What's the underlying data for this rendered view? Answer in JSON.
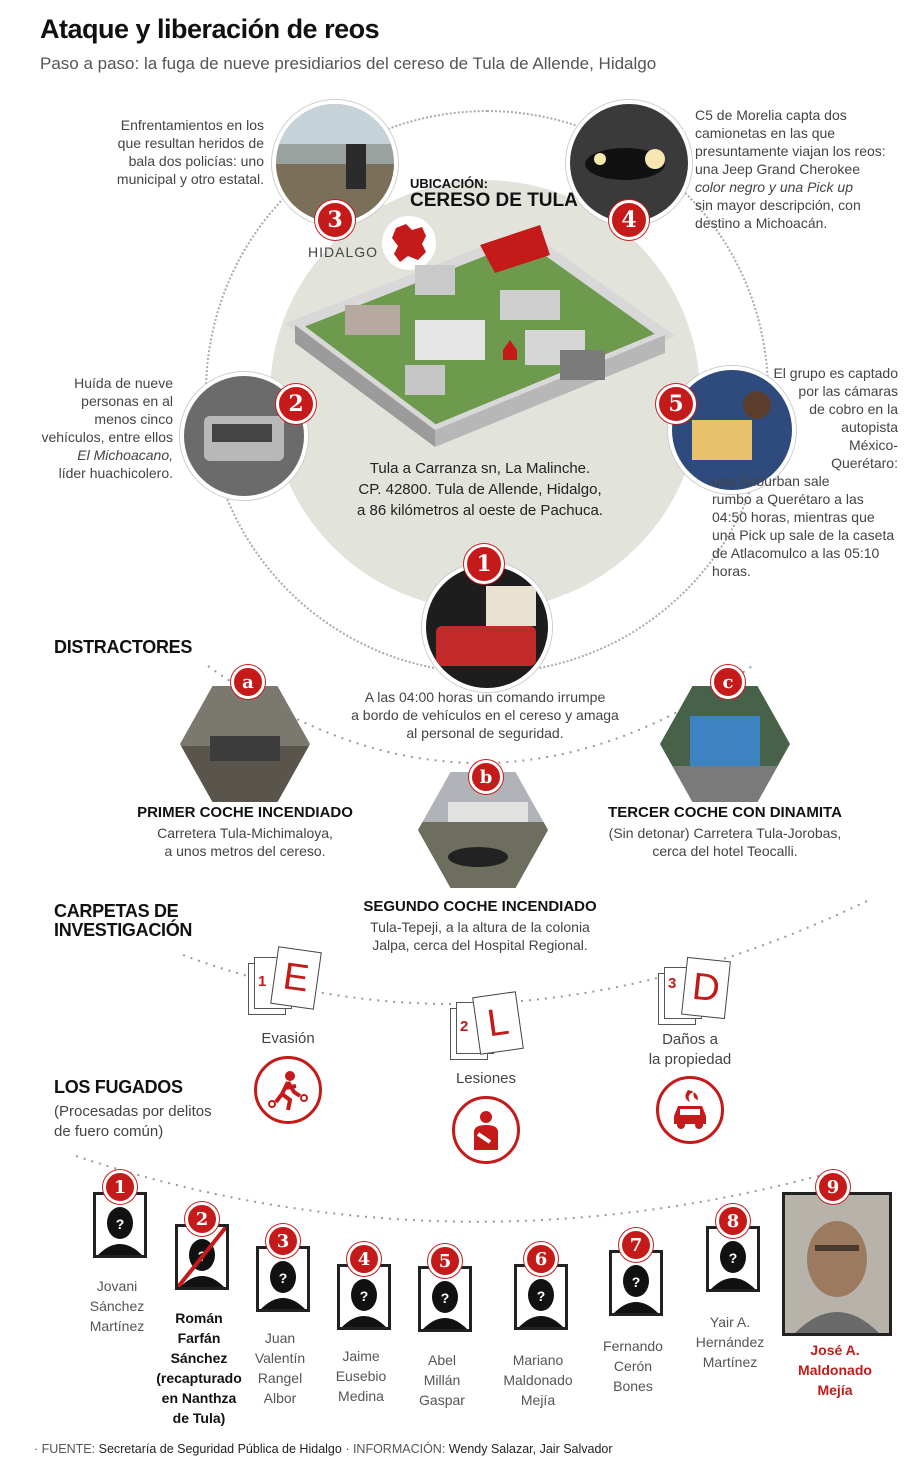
{
  "header": {
    "title": "Ataque y liberación de reos",
    "subtitle": "Paso a paso: la fuga de nueve presidiarios del cereso de Tula de Allende, Hidalgo"
  },
  "location": {
    "label": "UBICACIÓN:",
    "name": "CERESO DE TULA",
    "state": "HIDALGO",
    "address": [
      "Tula a Carranza sn, La Malinche.",
      "CP. 42800. Tula de Allende, Hidalgo,",
      "a 86 kilómetros al oeste de Pachuca."
    ]
  },
  "steps": [
    {
      "num": "1",
      "text": [
        "A las 04:00 horas un comando irrumpe",
        "a bordo de vehículos en el cereso y amaga",
        "al personal de seguridad."
      ]
    },
    {
      "num": "2",
      "text": [
        "Huída de nueve",
        "personas en al",
        "menos cinco",
        "vehículos, entre ellos",
        "El Michoacano,",
        "líder huachicolero."
      ]
    },
    {
      "num": "3",
      "text": [
        "Enfrentamientos en los",
        "que resultan heridos de",
        "bala dos policías: uno",
        "municipal y otro estatal."
      ]
    },
    {
      "num": "4",
      "text": [
        "C5 de Morelia capta dos",
        "camionetas en las que",
        "presuntamente viajan los reos:",
        "una Jeep Grand Cherokee",
        "color negro y una Pick up",
        "sin mayor descripción, con",
        "destino a Michoacán."
      ]
    },
    {
      "num": "5",
      "text": [
        "El grupo es captado",
        "por las cámaras",
        "de cobro en la",
        "autopista",
        "México-",
        "Querétaro:",
        "una Suburban sale",
        "rumbo a Querétaro a las",
        "04:50 horas, mientras que",
        "una Pick up sale de la caseta",
        "de Atlacomulco a las 05:10",
        "horas."
      ]
    }
  ],
  "distractores": {
    "heading": "DISTRACTORES",
    "items": [
      {
        "letter": "a",
        "title": "PRIMER COCHE INCENDIADO",
        "text": [
          "Carretera Tula-Michimaloya,",
          "a unos metros del cereso."
        ]
      },
      {
        "letter": "b",
        "title": "SEGUNDO COCHE INCENDIADO",
        "text": [
          "Tula-Tepeji, a la altura de la colonia",
          "Jalpa, cerca del Hospital Regional."
        ]
      },
      {
        "letter": "c",
        "title": "TERCER COCHE CON DINAMITA",
        "text": [
          "(Sin detonar) Carretera Tula-Jorobas,",
          "cerca del hotel Teocalli."
        ]
      }
    ]
  },
  "carpetas": {
    "heading": [
      "CARPETAS DE",
      "INVESTIGACIÓN"
    ],
    "items": [
      {
        "num": "1",
        "letter": "E",
        "label": [
          "Evasión"
        ],
        "icon": "running-prisoner-icon"
      },
      {
        "num": "2",
        "letter": "L",
        "label": [
          "Lesiones"
        ],
        "icon": "injured-person-icon"
      },
      {
        "num": "3",
        "letter": "D",
        "label": [
          "Daños a",
          "la propiedad"
        ],
        "icon": "burning-car-icon"
      }
    ]
  },
  "fugados": {
    "heading": "LOS FUGADOS",
    "note": [
      "(Procesadas por delitos",
      "de fuero común)"
    ],
    "people": [
      {
        "num": "1",
        "name": [
          "Jovani",
          "Sánchez",
          "Martínez"
        ]
      },
      {
        "num": "2",
        "name": [
          "Román",
          "Farfán",
          "Sánchez",
          "(recapturado",
          "en Nanthza",
          "de Tula)"
        ],
        "recaptured": true
      },
      {
        "num": "3",
        "name": [
          "Juan",
          "Valentín",
          "Rangel",
          "Albor"
        ]
      },
      {
        "num": "4",
        "name": [
          "Jaime",
          "Eusebio",
          "Medina"
        ]
      },
      {
        "num": "5",
        "name": [
          "Abel",
          "Millán",
          "Gaspar"
        ]
      },
      {
        "num": "6",
        "name": [
          "Mariano",
          "Maldonado",
          "Mejía"
        ]
      },
      {
        "num": "7",
        "name": [
          "Fernando",
          "Cerón",
          "Bones"
        ]
      },
      {
        "num": "8",
        "name": [
          "Yair A.",
          "Hernández",
          "Martínez"
        ]
      },
      {
        "num": "9",
        "name": [
          "José A.",
          "Maldonado",
          "Mejía"
        ],
        "highlight": true
      }
    ]
  },
  "footer": {
    "fuente_label": "FUENTE:",
    "fuente": "Secretaría de Seguridad Pública de Hidalgo",
    "info_label": "INFORMACIÓN:",
    "info": "Wendy Salazar, Jair Salvador"
  },
  "colors": {
    "accent": "#c41a1a",
    "circle": "#e2e4dc"
  }
}
